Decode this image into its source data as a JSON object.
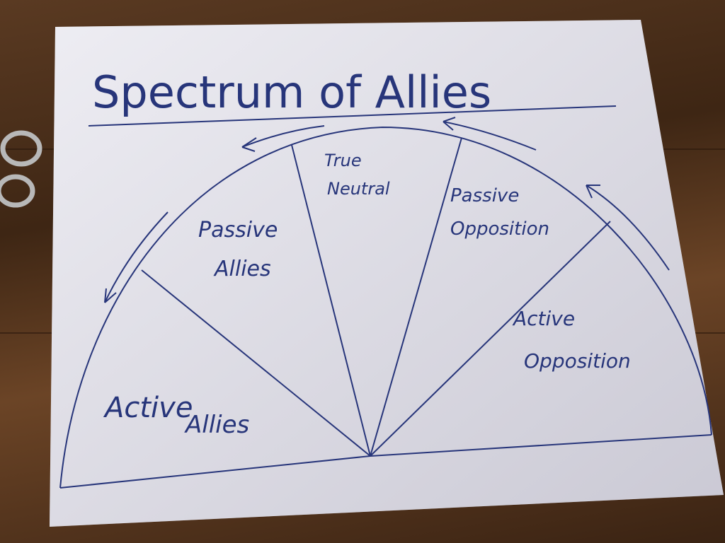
{
  "title": "Spectrum of Allies",
  "segments": [
    {
      "line1": "Active",
      "line2": "Allies"
    },
    {
      "line1": "Passive",
      "line2": "Allies"
    },
    {
      "line1": "True",
      "line2": "Neutral"
    },
    {
      "line1": "Passive",
      "line2": "Opposition"
    },
    {
      "line1": "Active",
      "line2": "Opposition"
    }
  ],
  "colors": {
    "ink": "#27357a",
    "paper": "#e4e3ec",
    "wood": "#4a2e19"
  }
}
